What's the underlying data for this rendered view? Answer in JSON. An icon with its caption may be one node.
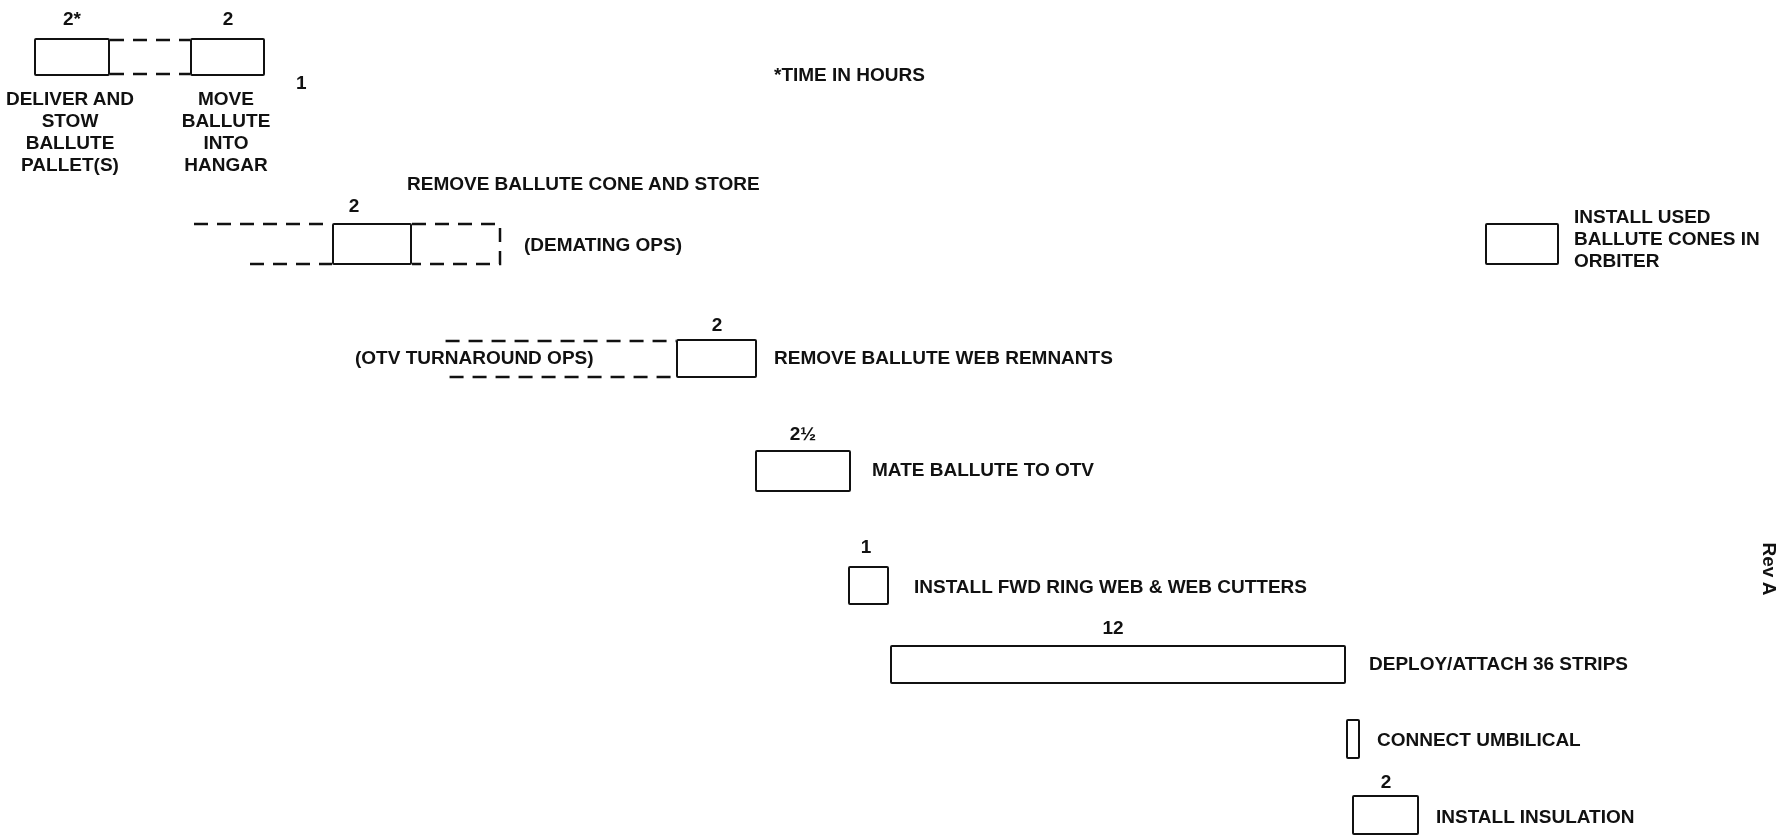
{
  "diagram": {
    "nodes": [
      {
        "text": [],
        "shape": "bar",
        "beside": [
          "2*",
          "DELIVER AND STOW BALLUTE PALLET(S)"
        ]
      },
      {
        "text": [],
        "shape": "bar",
        "beside": [
          "2",
          "MOVE BALLUTE INTO HANGAR"
        ]
      },
      {
        "text": [],
        "shape": "bar",
        "beside": [
          "2",
          "REMOVE BALLUTE CONE AND STORE",
          "(DEMATING OPS)"
        ]
      },
      {
        "text": [],
        "shape": "bar",
        "beside": [
          "INSTALL USED BALLUTE CONES IN ORBITER"
        ]
      },
      {
        "text": [
          "(OTV TURNAROUND OPS)"
        ]
      },
      {
        "text": [],
        "shape": "bar",
        "beside": [
          "2",
          "REMOVE BALLUTE WEB REMNANTS"
        ]
      },
      {
        "text": [],
        "shape": "bar",
        "beside": [
          "2½",
          "MATE BALLUTE TO OTV"
        ]
      },
      {
        "text": [],
        "shape": "bar",
        "beside": [
          "1",
          "INSTALL FWD RING WEB & WEB CUTTERS"
        ]
      },
      {
        "text": [],
        "shape": "bar",
        "beside": [
          "12",
          "DEPLOY/ATTACH 36 STRIPS"
        ]
      },
      {
        "text": [],
        "shape": "bar",
        "beside": [
          "CONNECT UMBILICAL"
        ]
      },
      {
        "text": [],
        "shape": "bar",
        "beside": [
          "2",
          "INSTALL INSULATION"
        ]
      }
    ],
    "edges": [
      {
        "from": 0,
        "to": 1,
        "arrow": "none",
        "style": "dashed"
      },
      {
        "from": 0,
        "to": 1,
        "arrow": "none",
        "style": "dashed"
      },
      {
        "from": null,
        "to": 2,
        "arrow": "none",
        "style": "dashed"
      },
      {
        "from": null,
        "to": 2,
        "arrow": "none",
        "style": "dashed"
      },
      {
        "from": 2,
        "to": null,
        "arrow": "none",
        "style": "dashed"
      },
      {
        "from": 4,
        "to": 5,
        "arrow": "none",
        "style": "dashed"
      },
      {
        "from": 4,
        "to": 5,
        "arrow": "none",
        "style": "dashed"
      }
    ],
    "labels": [
      "1",
      "*TIME IN HOURS",
      "Rev A"
    ]
  }
}
